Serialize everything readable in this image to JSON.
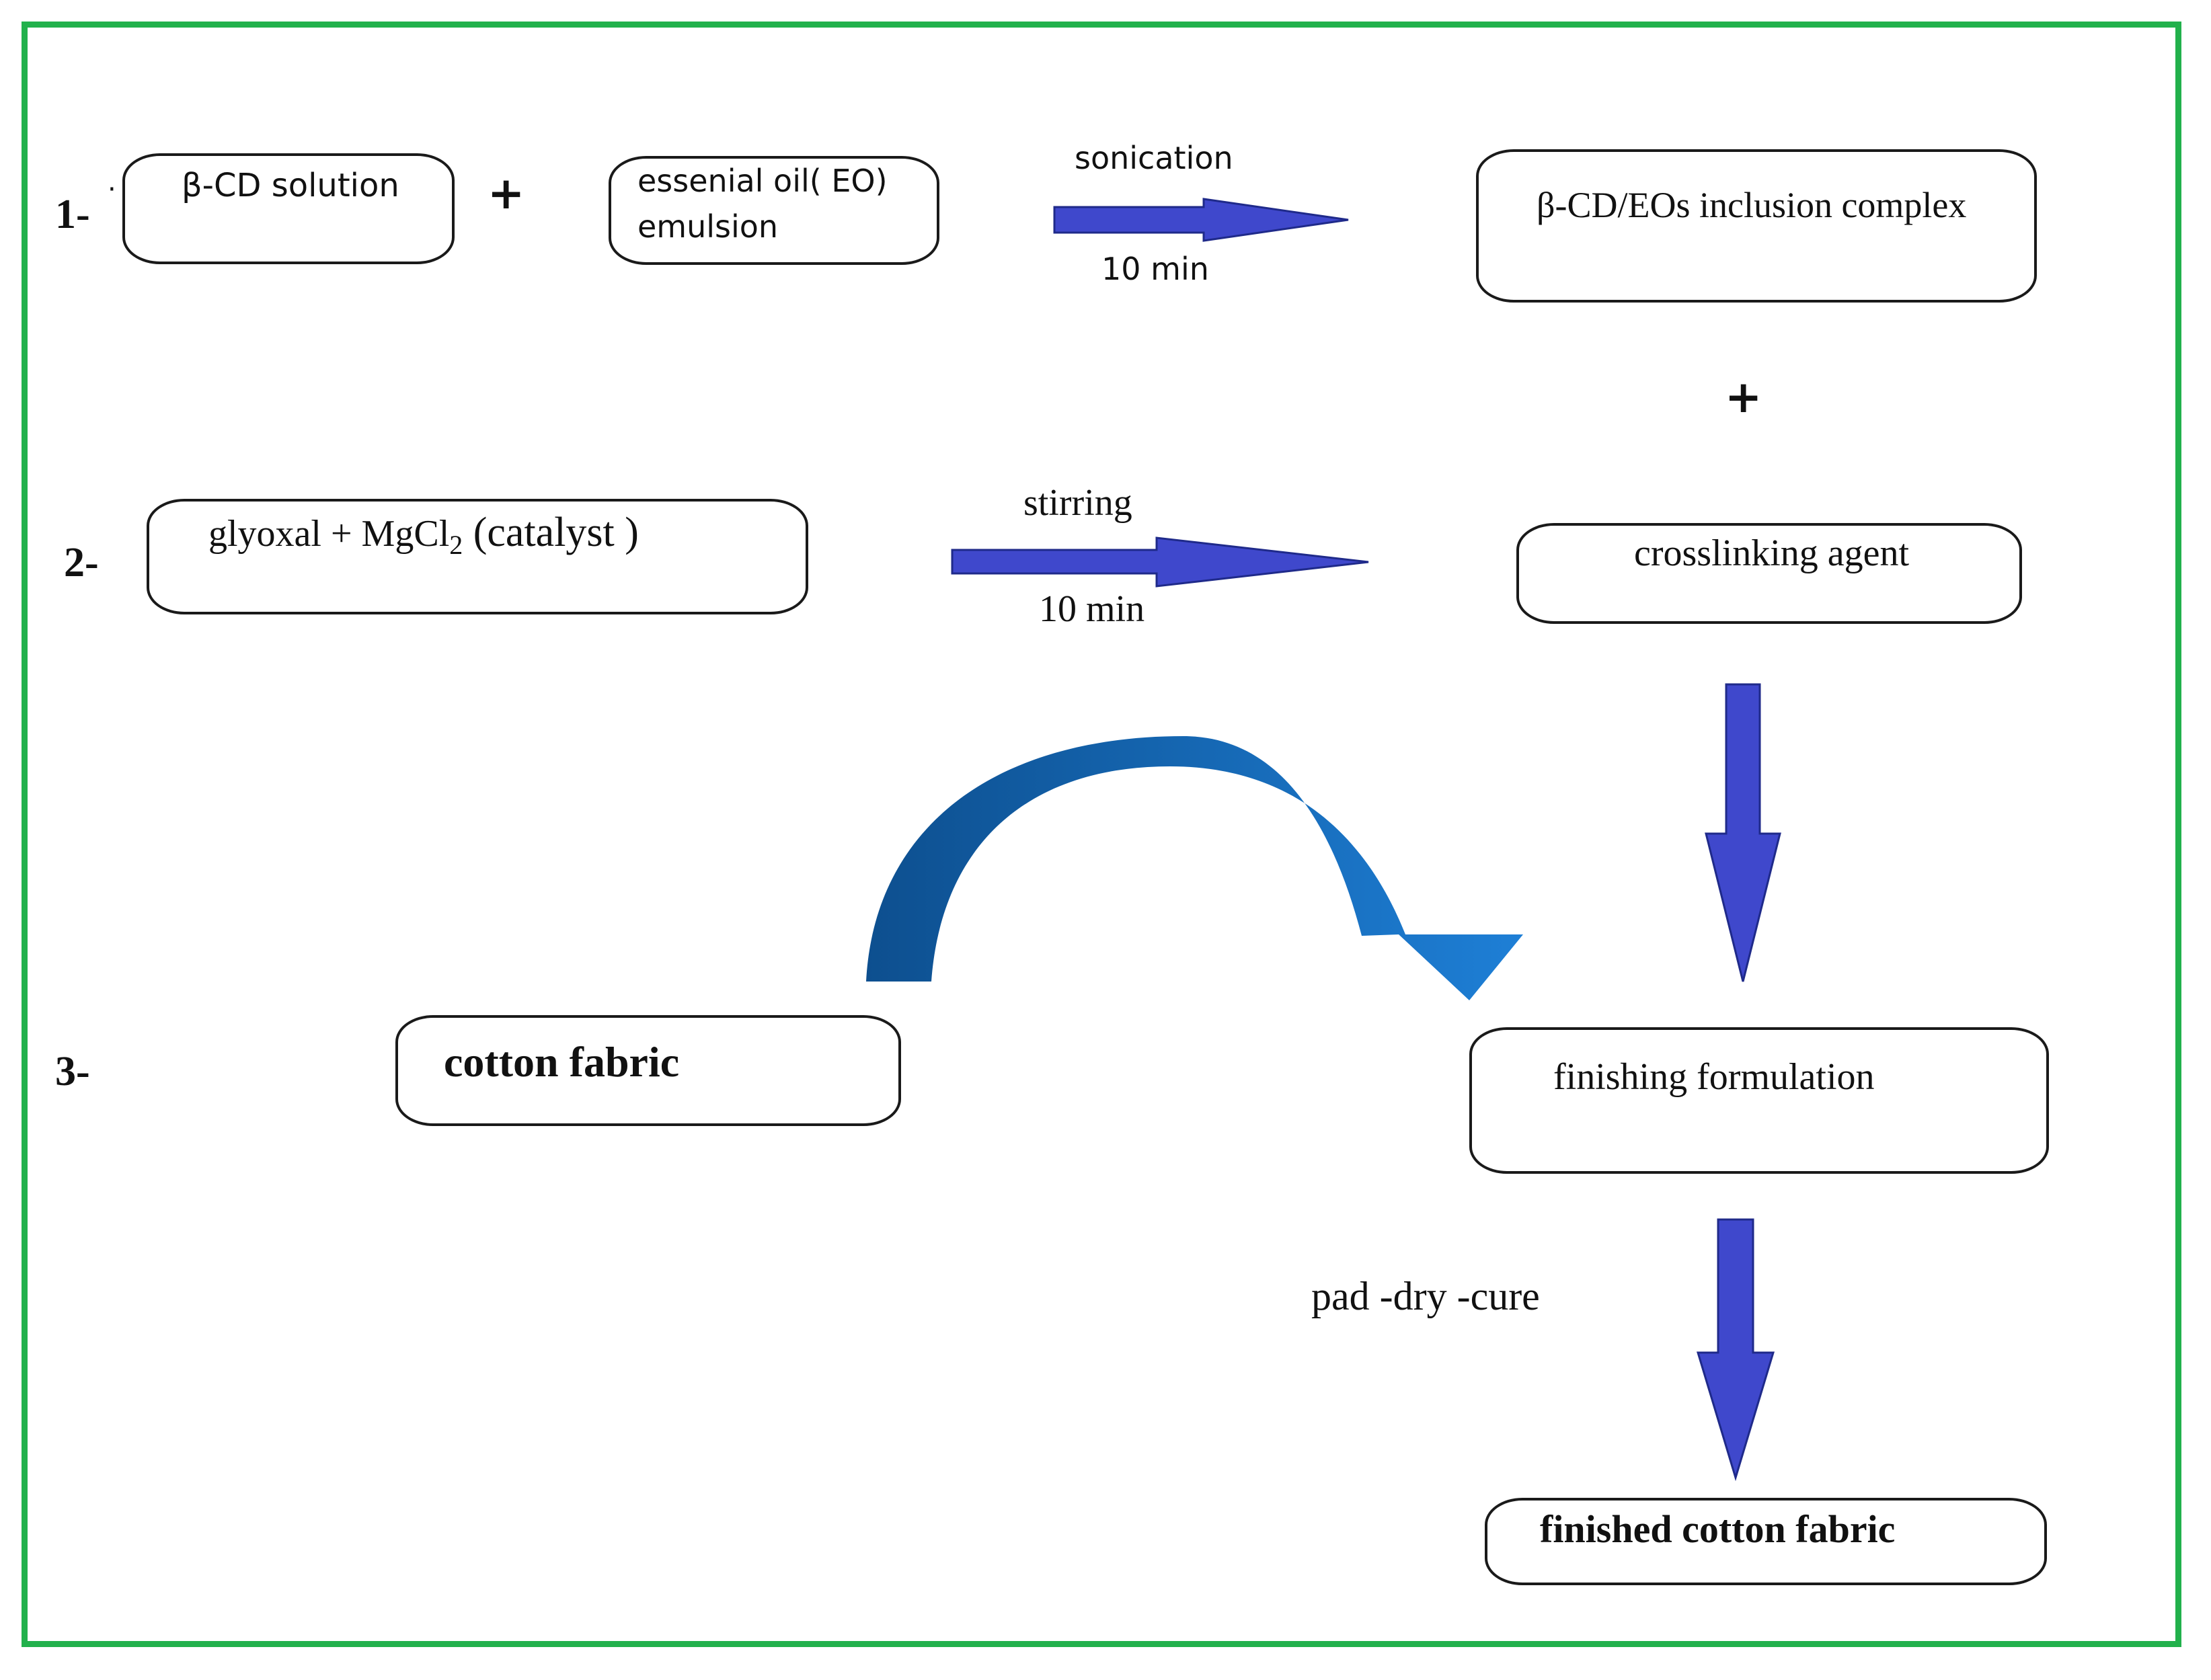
{
  "steps": {
    "s1": "1-",
    "s2": "2-",
    "s3": "3-"
  },
  "step1": {
    "beta_cd_solution": "β-CD  solution",
    "plus": "+",
    "eo_line1": "essenial oil( EO)",
    "eo_line2": "emulsion",
    "arrow_top": "sonication",
    "arrow_bottom": "10 min",
    "result": "β-CD/EOs inclusion  complex"
  },
  "between_plus": "+",
  "step2": {
    "glyoxal": "glyoxal + MgCl",
    "subscript": "2",
    "catalyst": " (catalyst )",
    "arrow_top": "stirring",
    "arrow_bottom": "10 min",
    "result": "crosslinking agent"
  },
  "step3": {
    "cotton_fabric": "cotton fabric",
    "finishing_formulation": "finishing formulation",
    "process": "pad -dry -cure",
    "final": "finished cotton fabric"
  },
  "colors": {
    "frame": "#22b14c",
    "arrow_fill": "#3f48cc",
    "arrow_stroke": "#1f2a8a",
    "curved_arrow_dark": "#0d4f8f",
    "curved_arrow_light": "#1e7fd6",
    "box_border": "#1a1a1a"
  }
}
